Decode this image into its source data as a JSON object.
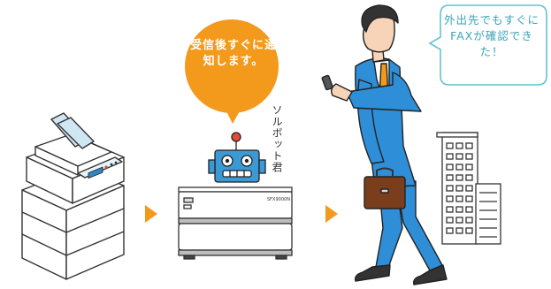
{
  "speech_bubbles": {
    "notification": {
      "text": "受信後すぐに通知します。",
      "color": "#f39a1c"
    },
    "fax_confirmation": {
      "text": "外出先でもすぐにFAXが確認できた！",
      "border_color": "#63c2d4"
    }
  },
  "robot": {
    "name": "ソルボット君"
  },
  "server": {
    "model_label": "SFX9000N"
  },
  "colors": {
    "accent_orange": "#f39a1c",
    "robot_blue": "#3b9ad6",
    "suit_blue": "#2e8fd8",
    "arrow_orange": "#f39a1c",
    "paper_blue": "#cfe7f3"
  },
  "icons": [
    "printer-icon",
    "robot-icon",
    "server-icon",
    "businessman-icon",
    "buildings-icon",
    "arrow-right-icon"
  ]
}
